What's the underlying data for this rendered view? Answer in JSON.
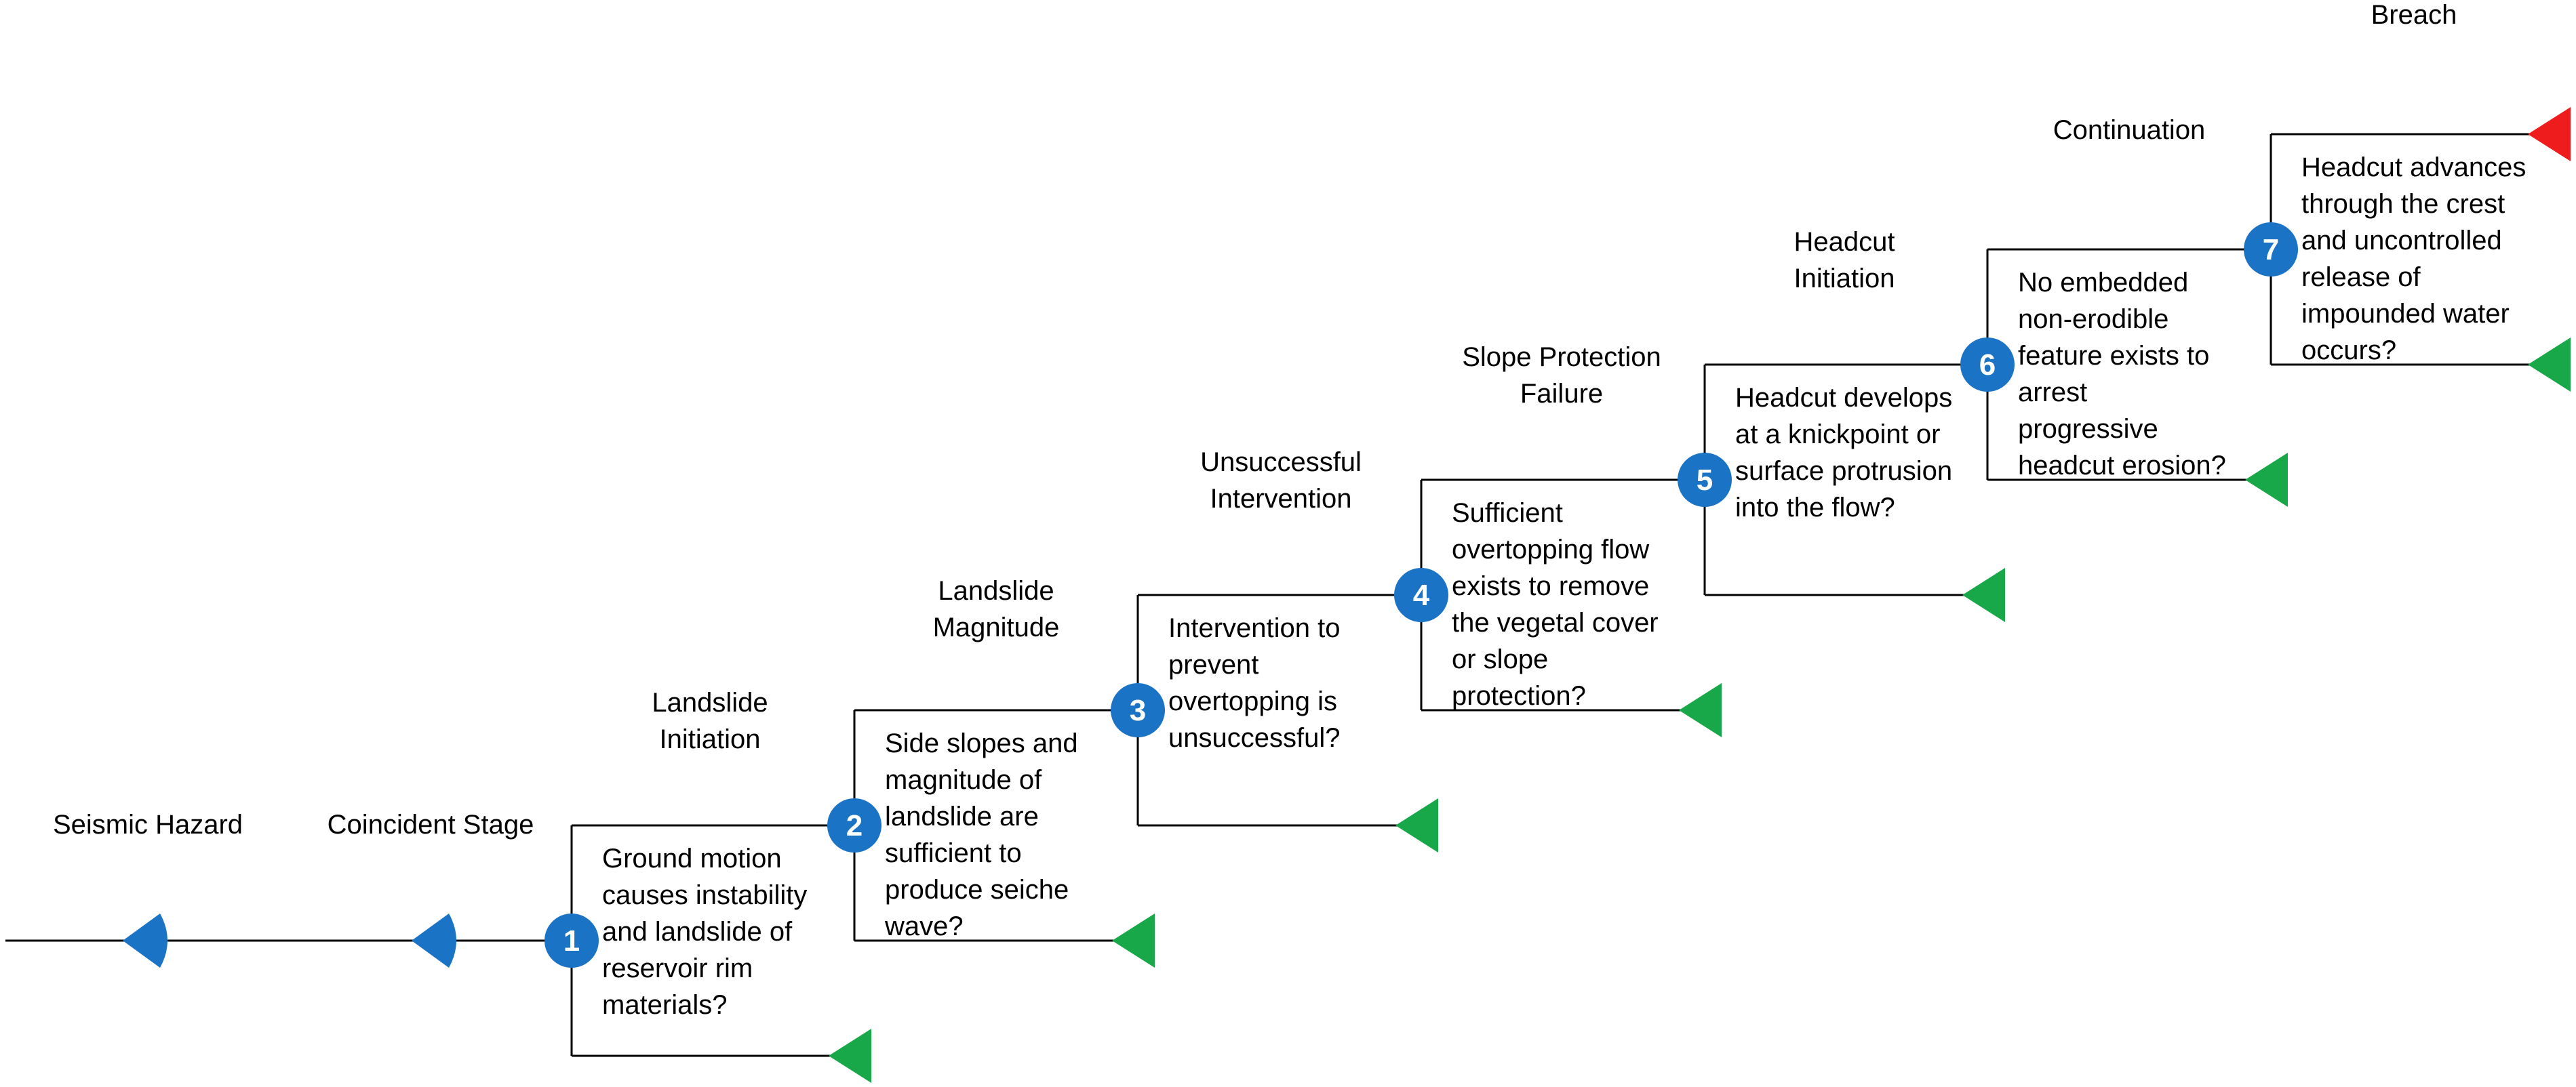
{
  "colors": {
    "line": "#000000",
    "node_fill": "#1a73c4",
    "node_text": "#ffffff",
    "hazard_marker": "#1a73c4",
    "branch_no": "#18a84a",
    "breach": "#ee1c1c"
  },
  "hazard": [
    {
      "label": "Seismic Hazard"
    },
    {
      "label": "Coincident Stage"
    }
  ],
  "nodes": [
    {
      "number": "1",
      "stage_lines": [
        "Landslide",
        "Initiation"
      ],
      "question_lines": [
        "Ground motion",
        "causes instability",
        "and landslide of",
        "reservoir rim",
        "materials?"
      ]
    },
    {
      "number": "2",
      "stage_lines": [
        "Landslide",
        "Magnitude"
      ],
      "question_lines": [
        "Side slopes and",
        "magnitude of",
        "landslide are",
        "sufficient to",
        "produce seiche",
        "wave?"
      ]
    },
    {
      "number": "3",
      "stage_lines": [
        "Unsuccessful",
        "Intervention"
      ],
      "question_lines": [
        "Intervention  to",
        "prevent",
        "overtopping is",
        "unsuccessful?"
      ]
    },
    {
      "number": "4",
      "stage_lines": [
        "Slope Protection",
        "Failure"
      ],
      "question_lines": [
        "Sufficient",
        "overtopping flow",
        "exists to remove",
        "the vegetal cover",
        "or slope",
        "protection?"
      ]
    },
    {
      "number": "5",
      "stage_lines": [
        "Headcut",
        "Initiation"
      ],
      "question_lines": [
        "Headcut develops",
        "at a knickpoint or",
        "surface protrusion",
        "into the flow?"
      ]
    },
    {
      "number": "6",
      "stage_lines": [
        "Continuation"
      ],
      "question_lines": [
        "No embedded",
        "non-erodible",
        "feature exists to",
        "arrest",
        "progressive",
        "headcut erosion?"
      ]
    },
    {
      "number": "7",
      "stage_lines": [
        "Breach"
      ],
      "question_lines": [
        "Headcut advances",
        "through  the crest",
        "and uncontrolled",
        "release of",
        "impounded water",
        "occurs?"
      ]
    }
  ]
}
